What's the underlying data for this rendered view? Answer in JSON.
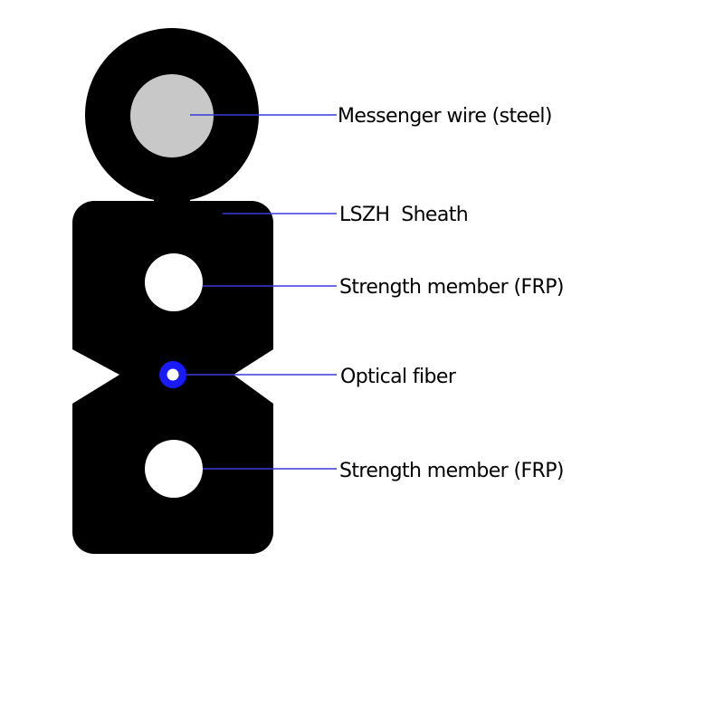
{
  "diagram": {
    "colors": {
      "background": "#ffffff",
      "sheath": "#000000",
      "messenger_wire": "#c8c8c8",
      "strength_member": "#ffffff",
      "fiber_ring": "#1a1aff",
      "fiber_core": "#ffffff",
      "leader_line": "#3a3ad8",
      "label_text": "#000000"
    },
    "labels": {
      "messenger_wire": "Messenger wire (steel)",
      "sheath": "LSZH  Sheath",
      "strength_member_top": "Strength member (FRP)",
      "optical_fiber": "Optical fiber",
      "strength_member_bottom": "Strength member (FRP)"
    }
  }
}
